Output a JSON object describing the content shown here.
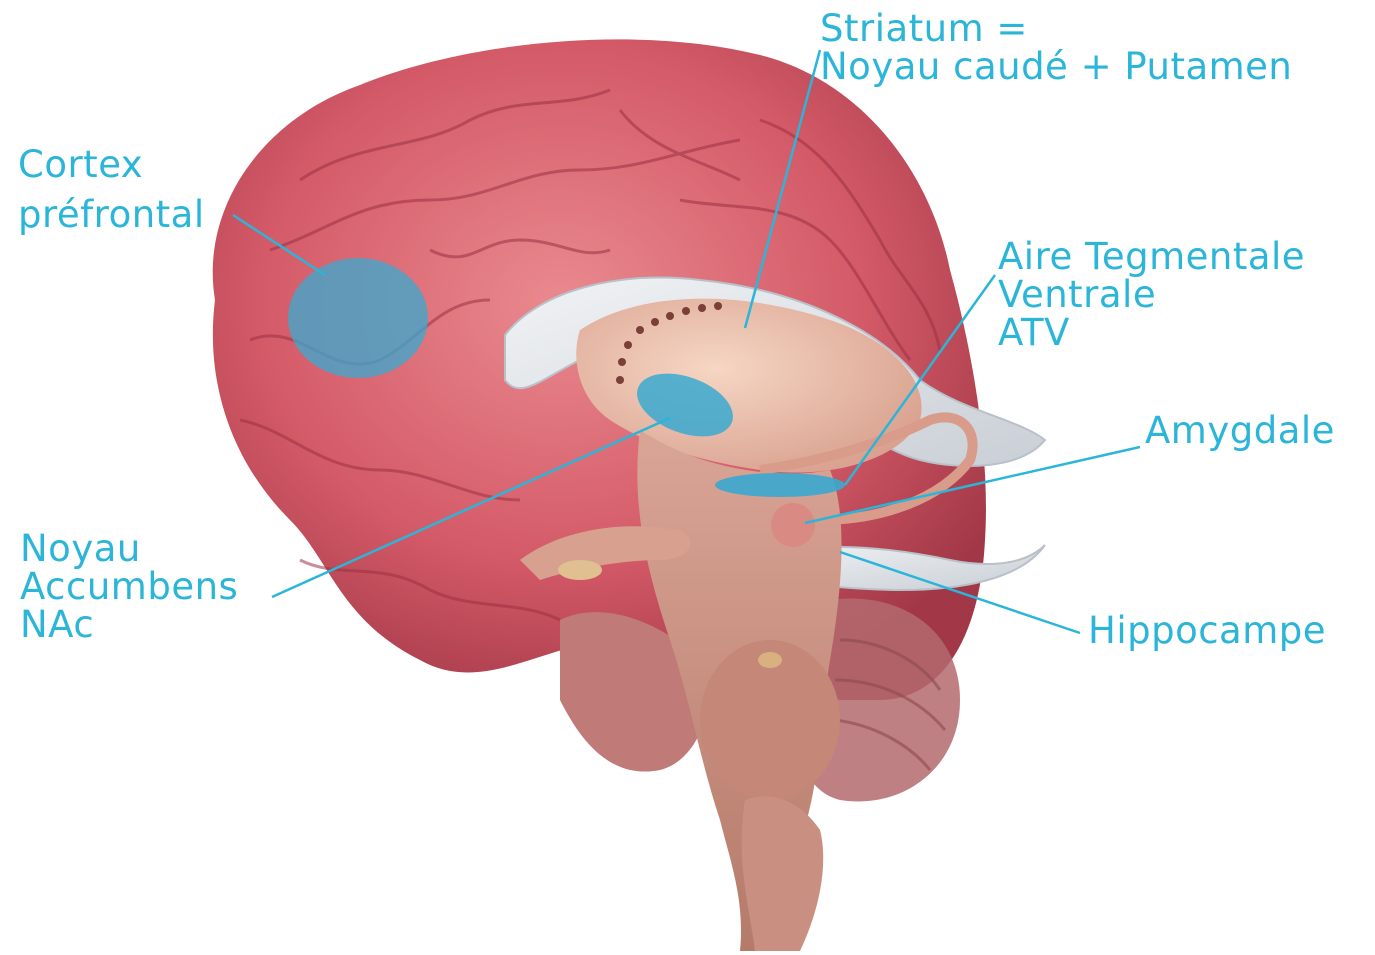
{
  "labels": {
    "striatum": [
      "Striatum =",
      "Noyau caudé + Putamen"
    ],
    "cortex": [
      "Cortex",
      "préfrontal"
    ],
    "atv": [
      "Aire Tegmentale",
      "Ventrale",
      "ATV"
    ],
    "amygdale": [
      "Amygdale"
    ],
    "nac": [
      "Noyau",
      "Accumbens",
      "NAc"
    ],
    "hippocampe": [
      "Hippocampe"
    ]
  },
  "colors": {
    "label": "#2bb5d9",
    "highlight": "#3aa9d0",
    "cortex": "#d9606c",
    "cortex_dark": "#a8384a",
    "inner": "#e9b7a2",
    "stem": "#c98f80",
    "membrane": "#dfe3e8"
  }
}
